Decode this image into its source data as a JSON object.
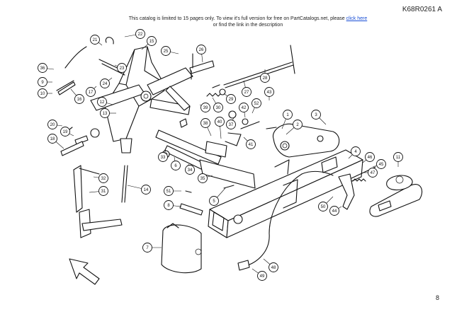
{
  "header": {
    "catalog_code": "K68R0261 A",
    "notice_line1": "This catalog is limited to 15 pages only. To view it's full version for free on PartCatalogs.net, please",
    "notice_link": "click here",
    "notice_line2": "or find the link in the description"
  },
  "footer": {
    "page_number": "8"
  },
  "callouts": [
    "1",
    "2",
    "3",
    "4",
    "5",
    "6",
    "7",
    "8",
    "9",
    "10",
    "11",
    "12",
    "13",
    "14",
    "15",
    "16",
    "17",
    "18",
    "19",
    "20",
    "21",
    "22",
    "23",
    "24",
    "25",
    "26",
    "27",
    "28",
    "29",
    "30",
    "31",
    "32",
    "33",
    "34",
    "35",
    "36",
    "37",
    "38",
    "39",
    "40",
    "41",
    "42",
    "43",
    "44",
    "45",
    "46",
    "47",
    "48",
    "49",
    "50",
    "51",
    "52"
  ]
}
